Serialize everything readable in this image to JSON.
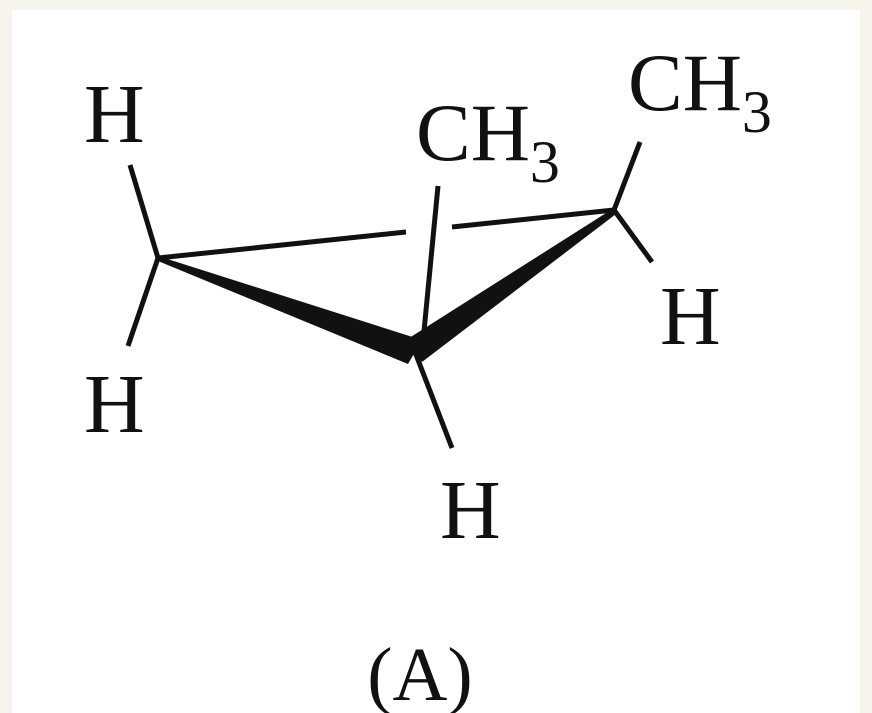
{
  "figure": {
    "caption": "(A)",
    "molecule": {
      "labels": {
        "h_top_left": "H",
        "h_bottom_left": "H",
        "h_bottom": "H",
        "h_right": "H",
        "ch3_middle_main": "CH",
        "ch3_middle_sub": "3",
        "ch3_right_main": "CH",
        "ch3_right_sub": "3"
      }
    }
  },
  "colors": {
    "background": "#f6f4ec",
    "panel": "#ffffff",
    "ink": "#111111"
  }
}
